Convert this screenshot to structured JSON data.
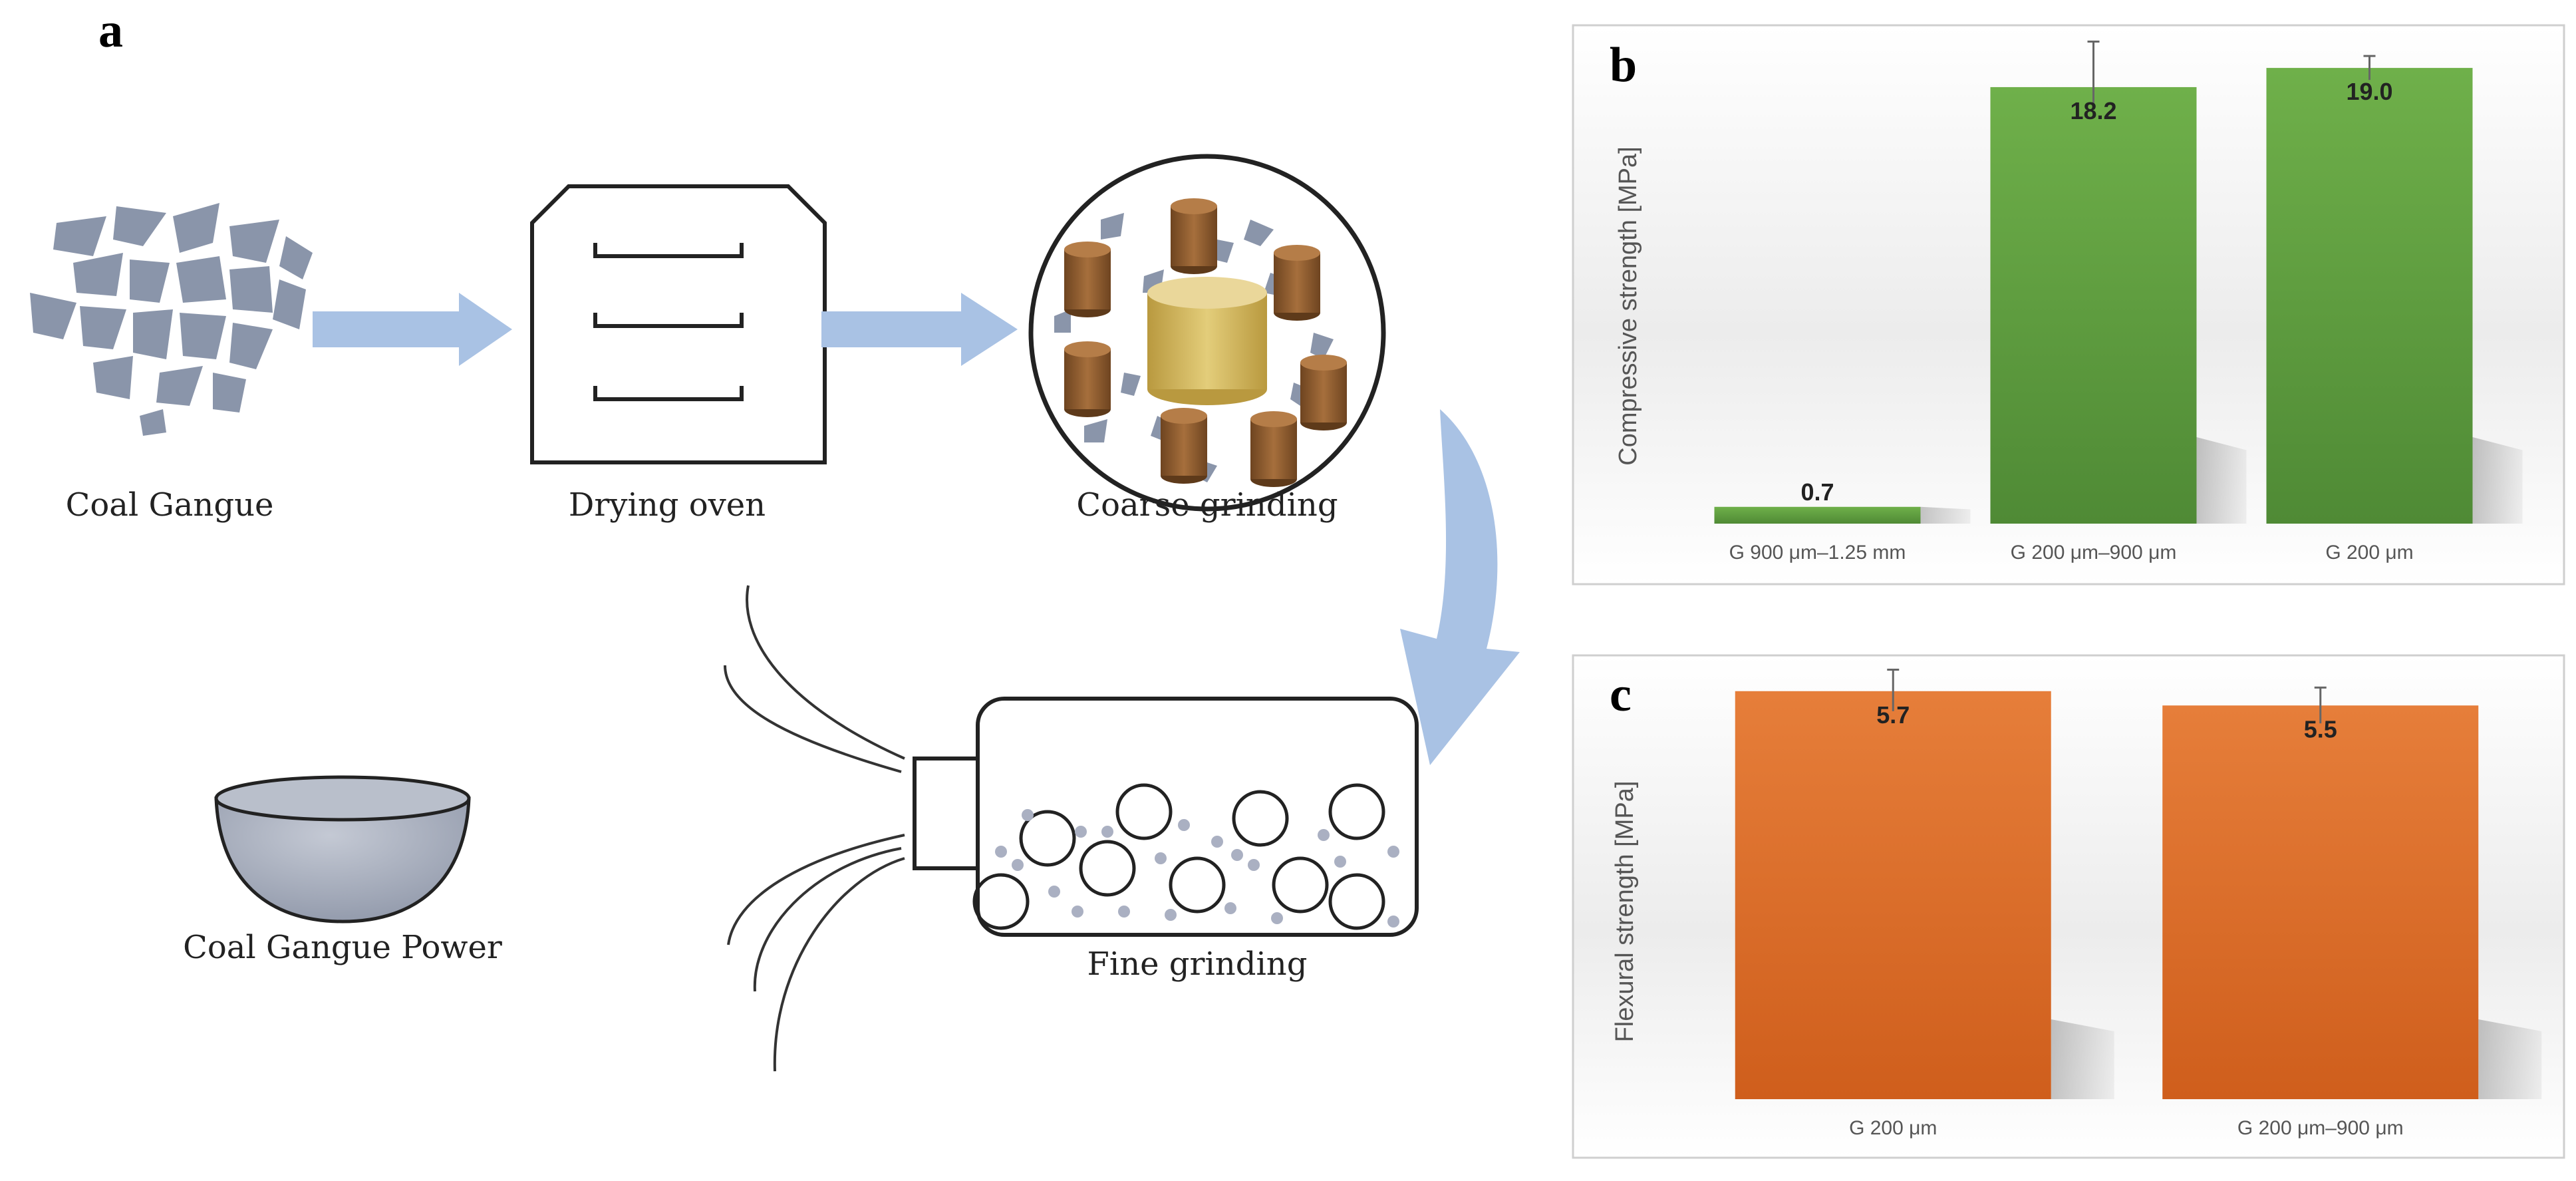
{
  "panels": {
    "a": "a",
    "b": "b",
    "c": "c"
  },
  "diagram": {
    "labels": {
      "coal_gangue": "Coal Gangue",
      "drying_oven": "Drying oven",
      "coarse_grinding": "Coarse grinding",
      "fine_grinding": "Fine grinding",
      "coal_gangue_power": "Coal Gangue Power"
    },
    "colors": {
      "arrow": "#a9c2e4",
      "rock": "#8a95aa",
      "roller": "#8a5a2f",
      "drum": "#cdb35f"
    }
  },
  "chart_data": [
    {
      "type": "bar",
      "panel": "b",
      "ylabel": "Compressive strength [MPa]",
      "categories": [
        "G 900 μm–1.25 mm",
        "G 200 μm–900 μm",
        "G 200 μm"
      ],
      "values": [
        0.7,
        18.2,
        19.0
      ],
      "value_labels": [
        "0.7",
        "18.2",
        "19.0"
      ],
      "error": [
        0,
        1.9,
        0.5
      ],
      "ylim": [
        0,
        21
      ],
      "grid": false,
      "color": "#6aab44"
    },
    {
      "type": "bar",
      "panel": "c",
      "ylabel": "Flexural strength [MPa]",
      "categories": [
        "G 200 μm",
        "G 200 μm–900 μm"
      ],
      "values": [
        5.7,
        5.5
      ],
      "value_labels": [
        "5.7",
        "5.5"
      ],
      "error": [
        0.3,
        0.25
      ],
      "ylim": [
        0,
        6.2
      ],
      "grid": false,
      "color": "#e07a35"
    }
  ]
}
